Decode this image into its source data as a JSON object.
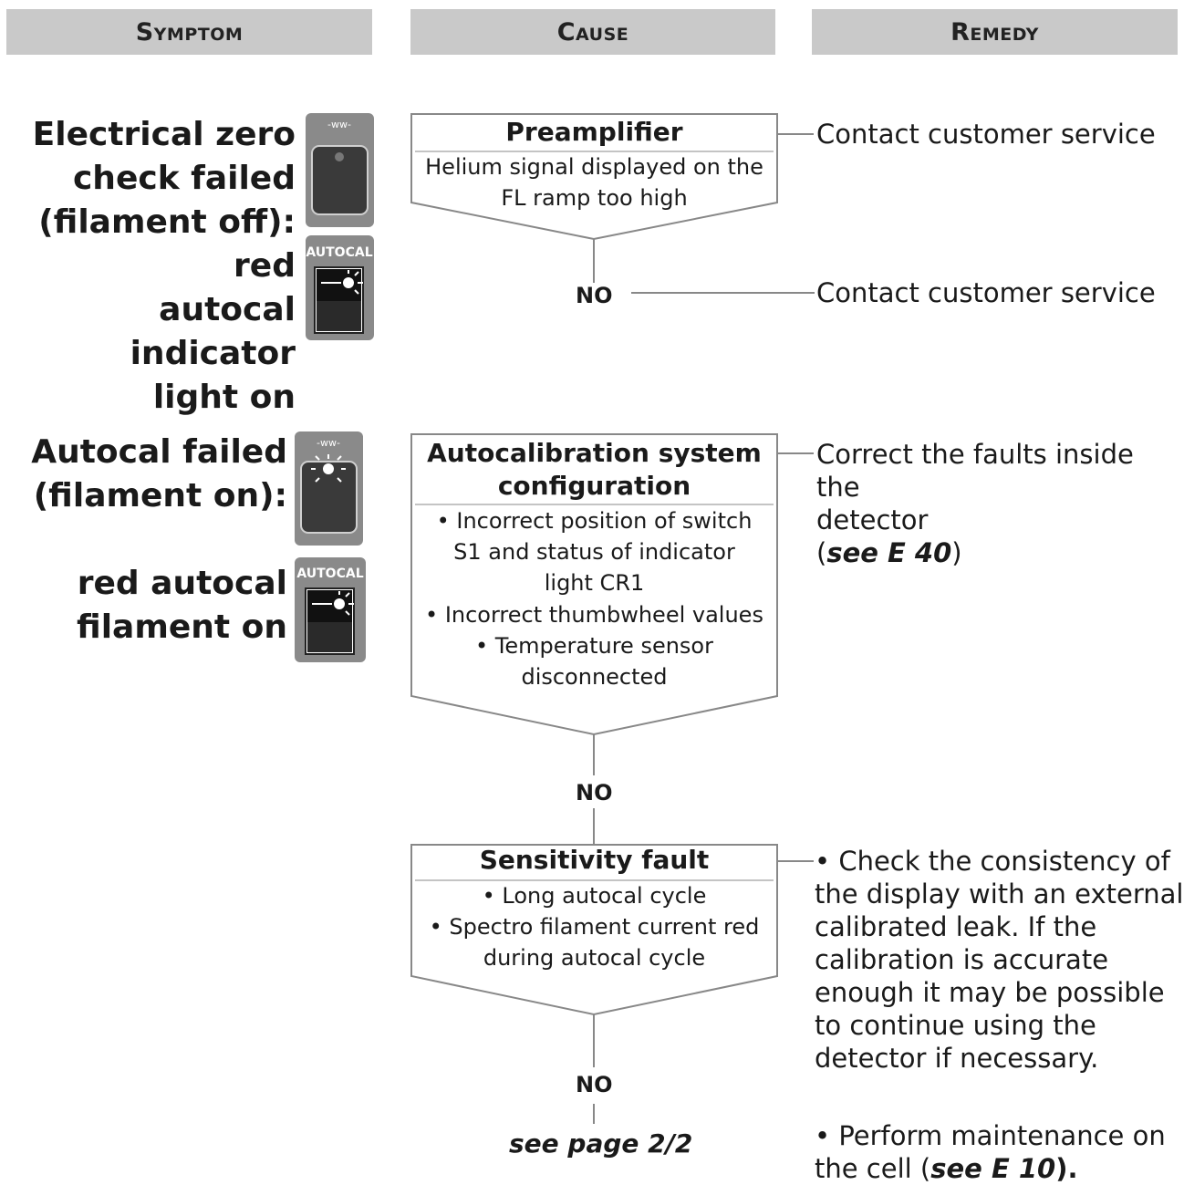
{
  "headers": {
    "symptom": "Symptom",
    "cause": "Cause",
    "remedy": "Remedy"
  },
  "row1": {
    "symptom_lines": [
      "Electrical zero",
      "check failed",
      "(filament off): red",
      "autocal indicator",
      "light on"
    ],
    "cause_title": "Preamplifier",
    "cause_lines": [
      "Helium signal displayed on the",
      "FL ramp too high"
    ],
    "remedy": "Contact customer service",
    "no_label": "NO",
    "no_remedy": "Contact customer service"
  },
  "row2": {
    "symptom_lines": [
      "Autocal failed",
      "(filament on):"
    ],
    "symptom_lines_b": [
      "red autocal",
      "filament on"
    ],
    "cause_title_lines": [
      "Autocalibration system",
      "configuration"
    ],
    "cause_lines": [
      "• Incorrect position of switch",
      "S1 and status of indicator",
      "light CR1",
      "• Incorrect thumbwheel values",
      "• Temperature sensor",
      "disconnected"
    ],
    "remedy_lines": [
      "Correct the faults inside the",
      "detector"
    ],
    "remedy_ref_prefix": "(",
    "remedy_ref": "see E 40",
    "remedy_ref_suffix": ")",
    "no_label": "NO"
  },
  "row3": {
    "cause_title": "Sensitivity fault",
    "cause_lines": [
      "• Long autocal cycle",
      "• Spectro filament current red",
      "during autocal cycle"
    ],
    "remedy_lines": [
      "• Check the consistency of",
      "the display with an external",
      "calibrated  leak. If the",
      "calibration is accurate",
      "enough  it may be possible",
      "to continue using the",
      "detector if necessary."
    ],
    "remedy2_line1": "• Perform maintenance on",
    "remedy2_prefix": "the cell (",
    "remedy2_ref": "see E 10",
    "remedy2_suffix": ").",
    "no_label": "NO",
    "see_page": "see page 2/2"
  },
  "icons": {
    "autocal_label": "AUTOCAL",
    "resistor_label": "-ww-"
  },
  "colors": {
    "header_bg": "#c9c9c9",
    "icon_panel": "#8a8a8a",
    "icon_dark": "#3a3a3a",
    "line": "#888888"
  }
}
